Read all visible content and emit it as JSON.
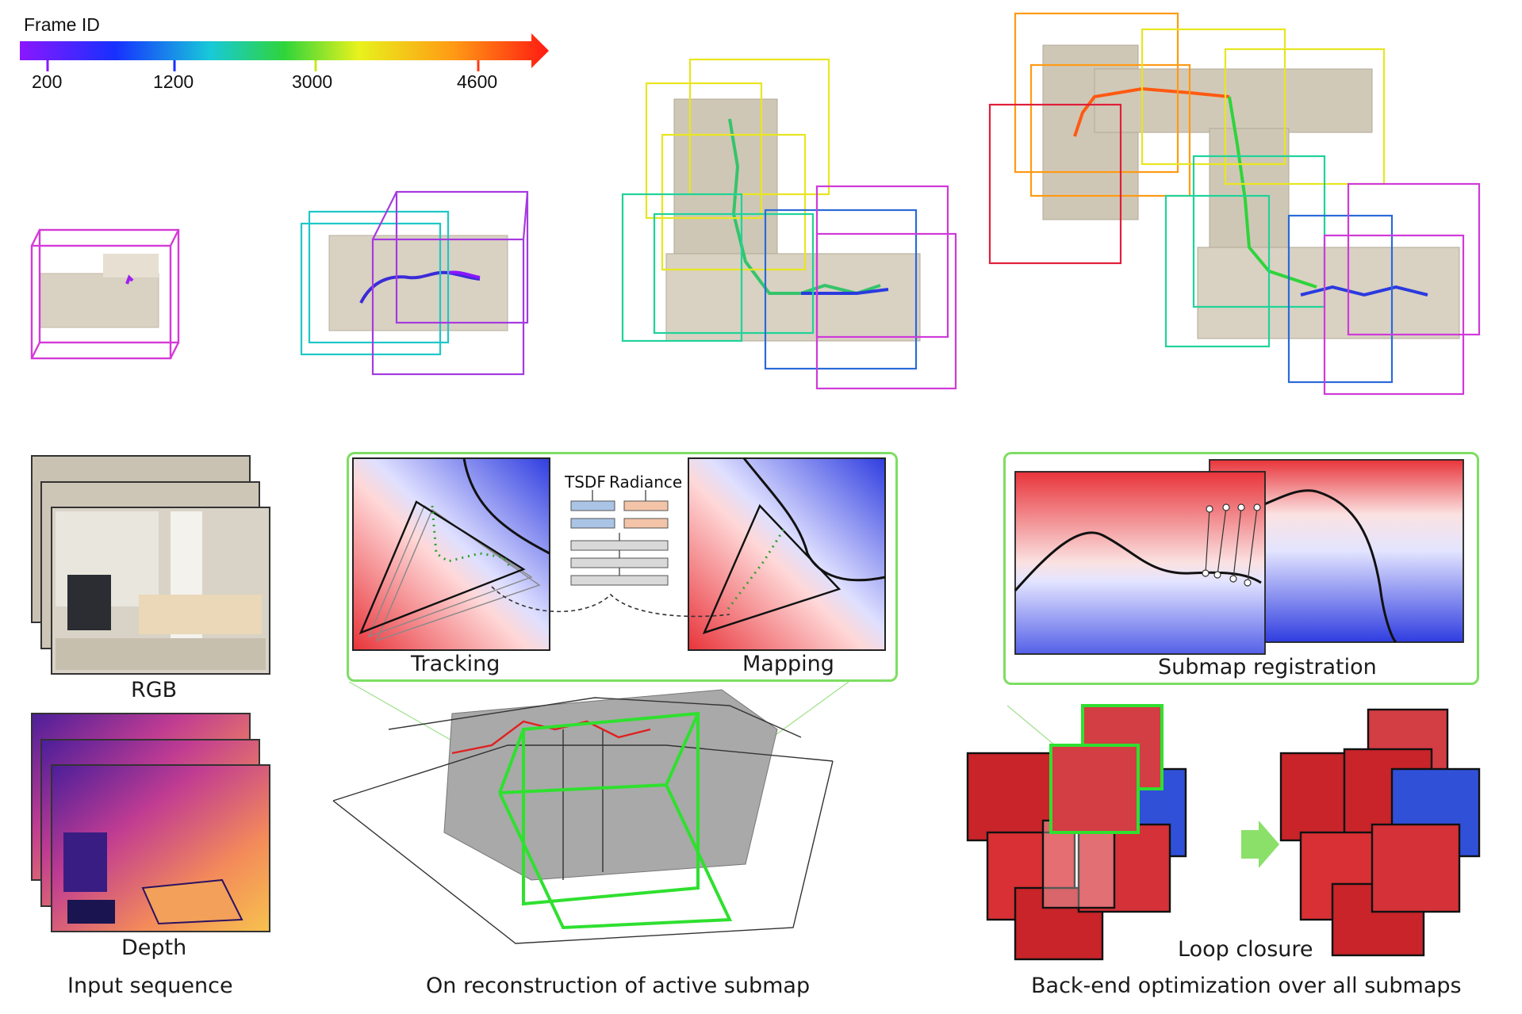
{
  "colorbar": {
    "title": "Frame ID",
    "ticks": [
      "200",
      "1200",
      "3000",
      "4600"
    ],
    "tick_values": [
      200,
      1200,
      3000,
      4600
    ],
    "gradient": [
      "#8a17ff",
      "#1730ff",
      "#18c9d8",
      "#2fd43b",
      "#e8f21d",
      "#ff9a14",
      "#ff1a12"
    ]
  },
  "labels": {
    "rgb": "RGB",
    "depth": "Depth",
    "input_sequence": "Input sequence",
    "tsdf": "TSDF",
    "radiance": "Radiance",
    "tracking": "Tracking",
    "mapping": "Mapping",
    "active_submap": "On reconstruction of active submap",
    "submap_registration": "Submap registration",
    "loop_closure": "Loop closure",
    "backend": "Back-end optimization over all submaps"
  },
  "colors": {
    "panel_border": "#7dde62",
    "active_box": "#2fe02f",
    "sdf_positive": "#e8343a",
    "sdf_negative": "#2f3de0",
    "trajectory": "#e02020"
  }
}
